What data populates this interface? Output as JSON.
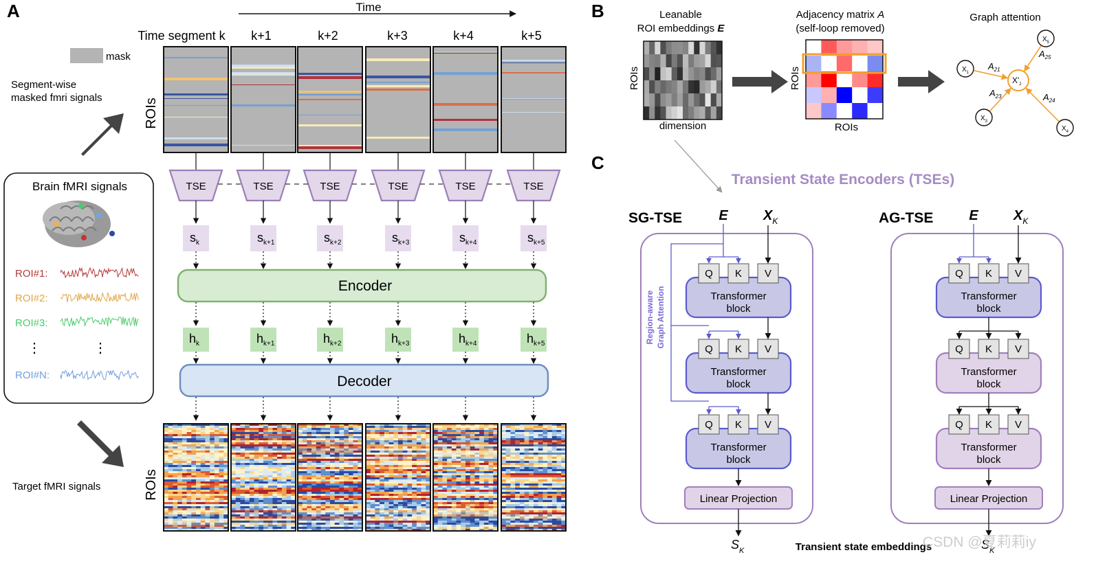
{
  "panels": {
    "a": "A",
    "b": "B",
    "c": "C"
  },
  "panel_a": {
    "time_label": "Time",
    "segments": [
      "Time segment k",
      "k+1",
      "k+2",
      "k+3",
      "k+4",
      "k+5"
    ],
    "mask_legend": "mask",
    "masked_label_line1": "Segment-wise",
    "masked_label_line2": "masked fmri signals",
    "rois_label": "ROIs",
    "brain_title": "Brain fMRI signals",
    "roi_labels": [
      "ROI#1:",
      "ROI#2:",
      "ROI#3:",
      "ROI#N:"
    ],
    "vdots": "⋮",
    "tse_label": "TSE",
    "s_sub": [
      "k",
      "k+1",
      "k+2",
      "k+3",
      "k+4",
      "k+5"
    ],
    "s_base": "s",
    "h_base": "h",
    "encoder_label": "Encoder",
    "decoder_label": "Decoder",
    "target_label": "Target fMRI signals"
  },
  "panel_b": {
    "emb_title_line1": "Leanable",
    "emb_title_line2": "ROI embeddings",
    "emb_symbol": "E",
    "emb_ylabel": "ROIs",
    "emb_xlabel": "dimension",
    "adj_title_line1": "Adjacency matrix",
    "adj_symbol": "A",
    "adj_title_line2": "(self-loop removed)",
    "adj_ylabel": "ROIs",
    "adj_xlabel": "ROIs",
    "graph_title": "Graph attention",
    "nodes": [
      "X",
      "X'",
      "X",
      "X",
      "X"
    ],
    "node_subs": [
      "1",
      "2",
      "3",
      "4",
      "5"
    ],
    "edges": [
      "A",
      "A",
      "A",
      "A"
    ],
    "edge_subs": [
      "21",
      "23",
      "24",
      "25"
    ]
  },
  "panel_c": {
    "title": "Transient State Encoders (TSEs)",
    "sg_title": "SG-TSE",
    "ag_title": "AG-TSE",
    "e_symbol": "E",
    "x_symbol": "X",
    "x_sub": "K",
    "qkv": [
      "Q",
      "K",
      "V"
    ],
    "block_line1": "Transformer",
    "block_line2": "block",
    "linear_proj": "Linear Projection",
    "side_label_line1": "Region-aware",
    "side_label_line2": "Graph Attention",
    "out_symbol": "S",
    "out_sub": "K",
    "bottom_caption": "Transient state embeddings",
    "watermark": "CSDN @夏莉莉iy"
  },
  "colors": {
    "tse_fill": "#e3d7ea",
    "tse_stroke": "#9b7fb6",
    "encoder_fill": "#d8ecd4",
    "encoder_stroke": "#7fb36f",
    "decoder_fill": "#d7e5f4",
    "decoder_stroke": "#6f8fc0",
    "s_fill": "#e6dcee",
    "h_fill": "#bfe3b7",
    "sg_block_fill": "#c8c8e6",
    "sg_block_stroke": "#5a5ad0",
    "ag_block_fill": "#e2d4e8",
    "ag_block_stroke": "#a07fbb",
    "panel_c_title": "#a58bc4",
    "orange": "#f0a030"
  }
}
